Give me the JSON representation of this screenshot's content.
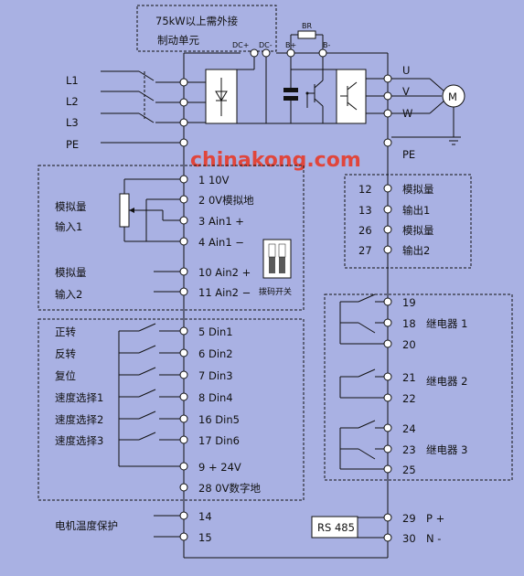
{
  "brake_note": [
    "75kW以上需外接",
    "制动单元"
  ],
  "dc_labels": {
    "dc_plus": "DC+",
    "dc_minus": "DC-",
    "b_plus": "B+",
    "b_minus": "B-",
    "br": "BR"
  },
  "input_lines": [
    "L1",
    "L2",
    "L3",
    "PE"
  ],
  "output_lines": [
    "U",
    "V",
    "W",
    "PE"
  ],
  "motor_symbol": "M",
  "watermark": "chinakong.com",
  "analog_in_1": [
    "模拟量",
    "输入1"
  ],
  "analog_in_2": [
    "模拟量",
    "输入2"
  ],
  "analog_terminals": [
    "1  10V",
    "2  0V模拟地",
    "3  Ain1 +",
    "4  Ain1 −",
    "10 Ain2 +",
    "11 Ain2 −"
  ],
  "dip_switch_label": "拨码开关",
  "analog_out": {
    "terminals": [
      "12",
      "13",
      "26",
      "27"
    ],
    "labels": [
      "模拟量",
      "输出1",
      "模拟量",
      "输出2"
    ]
  },
  "digital_inputs": {
    "labels": [
      "正转",
      "反转",
      "复位",
      "速度选择1",
      "速度选择2",
      "速度选择3"
    ],
    "terminals": [
      "5  Din1",
      "6  Din2",
      "7  Din3",
      "8  Din4",
      "16 Din5",
      "17 Din6",
      "9   + 24V",
      "28 0V数字地"
    ]
  },
  "relays": {
    "terminals": [
      "19",
      "18",
      "20",
      "21",
      "22",
      "24",
      "23",
      "25"
    ],
    "labels": [
      "继电器 1",
      "继电器 2",
      "继电器 3"
    ]
  },
  "motor_temp": {
    "label": "电机温度保护",
    "terminals": [
      "14",
      "15"
    ]
  },
  "rs485": {
    "label": "RS 485",
    "terminals": [
      "29",
      "30"
    ],
    "signals": [
      "P +",
      "N -"
    ]
  }
}
